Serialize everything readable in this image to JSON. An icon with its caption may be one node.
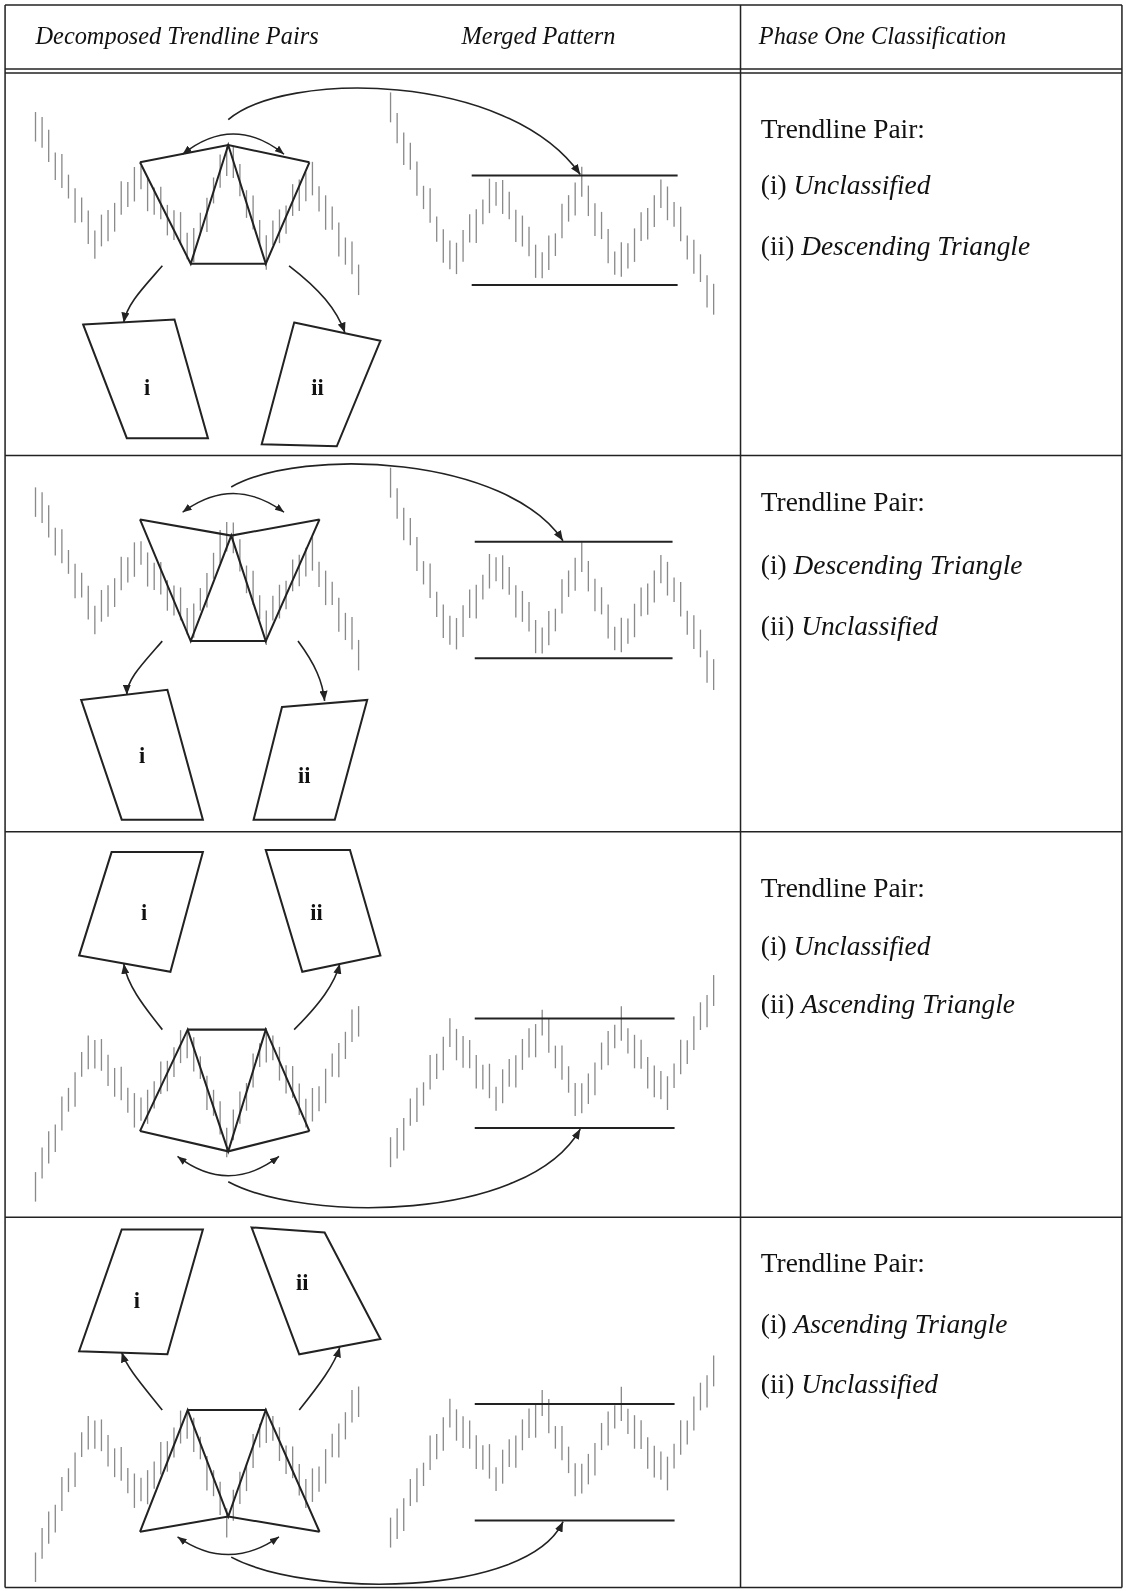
{
  "diagram": {
    "nodes": [
      {
        "text": [],
        "shape": "picture"
      },
      {
        "text": [],
        "shape": "picture"
      },
      {
        "text": [
          "i"
        ]
      },
      {
        "text": [
          "ii"
        ]
      },
      {
        "text": [],
        "shape": "picture"
      },
      {
        "text": [],
        "shape": "picture"
      },
      {
        "text": [
          "i"
        ]
      },
      {
        "text": [
          "ii"
        ]
      },
      {
        "text": [
          "i"
        ]
      },
      {
        "text": [
          "ii"
        ]
      },
      {
        "text": [],
        "shape": "picture"
      },
      {
        "text": [],
        "shape": "picture"
      },
      {
        "text": [
          "i"
        ]
      },
      {
        "text": [
          "ii"
        ]
      },
      {
        "text": [],
        "shape": "picture"
      },
      {
        "text": [],
        "shape": "picture"
      }
    ],
    "edges": [
      {
        "from": 0,
        "to": 1,
        "arrow": "to"
      },
      {
        "from": 0,
        "to": 2,
        "arrow": "to"
      },
      {
        "from": 0,
        "to": 3,
        "arrow": "to"
      },
      {
        "from": 4,
        "to": 5,
        "arrow": "to"
      },
      {
        "from": 4,
        "to": 6,
        "arrow": "to"
      },
      {
        "from": 4,
        "to": 7,
        "arrow": "to"
      },
      {
        "from": 10,
        "to": 8,
        "arrow": "to"
      },
      {
        "from": 10,
        "to": 9,
        "arrow": "to"
      },
      {
        "from": 10,
        "to": 11,
        "arrow": "to"
      },
      {
        "from": 14,
        "to": 12,
        "arrow": "to"
      },
      {
        "from": 14,
        "to": 13,
        "arrow": "to"
      },
      {
        "from": 14,
        "to": 15,
        "arrow": "to"
      }
    ],
    "labels": [
      "Decomposed Trendline Pairs",
      "Merged Pattern",
      "Phase One Classification",
      "Trendline Pair:",
      "(i) *Unclassified*",
      "(ii) *Descending Triangle*",
      "Trendline Pair:",
      "(i) *Descending Triangle*",
      "(ii) *Unclassified*",
      "Trendline Pair:",
      "(i) *Unclassified*",
      "(ii) *Ascending Triangle*",
      "Trendline Pair:",
      "(i) *Ascending Triangle*",
      "(ii) *Unclassified*"
    ]
  }
}
